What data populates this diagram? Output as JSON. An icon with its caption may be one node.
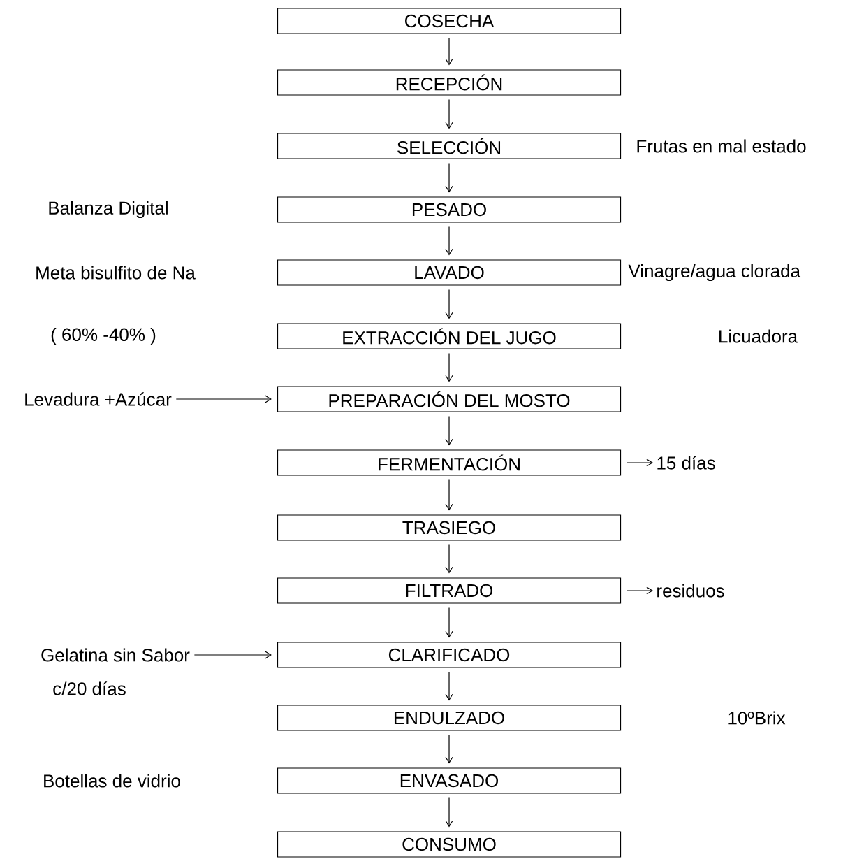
{
  "diagram": {
    "nodes": [
      {
        "text": [
          "COSECHA"
        ]
      },
      {
        "text": [
          "RECEPCIÓN"
        ]
      },
      {
        "text": [
          "SELECCIÓN"
        ],
        "beside": [
          "Frutas en mal estado"
        ]
      },
      {
        "text": [
          "PESADO"
        ]
      },
      {
        "text": [
          "LAVADO"
        ],
        "beside": [
          "Vinagre/agua clorada"
        ]
      },
      {
        "text": [
          "EXTRACCIÓN DEL JUGO"
        ]
      },
      {
        "text": [
          "PREPARACIÓN DEL MOSTO"
        ]
      },
      {
        "text": [
          "FERMENTACIÓN"
        ]
      },
      {
        "text": [
          "TRASIEGO"
        ]
      },
      {
        "text": [
          "FILTRADO"
        ]
      },
      {
        "text": [
          "CLARIFICADO"
        ]
      },
      {
        "text": [
          "ENDULZADO"
        ]
      },
      {
        "text": [
          "ENVASADO"
        ]
      },
      {
        "text": [
          "CONSUMO"
        ]
      },
      {
        "text": [
          "Levadura +Azúcar"
        ]
      },
      {
        "text": [
          "15 días"
        ]
      },
      {
        "text": [
          "residuos"
        ]
      },
      {
        "text": [
          "Gelatina sin Sabor"
        ],
        "beside": [
          "c/20 días"
        ]
      }
    ],
    "edges": [
      {
        "from": 0,
        "to": 1,
        "arrow": "to"
      },
      {
        "from": 1,
        "to": 2,
        "arrow": "to"
      },
      {
        "from": 2,
        "to": 3,
        "arrow": "to"
      },
      {
        "from": 3,
        "to": 4,
        "arrow": "to"
      },
      {
        "from": 4,
        "to": 5,
        "arrow": "to"
      },
      {
        "from": 5,
        "to": 6,
        "arrow": "to"
      },
      {
        "from": 6,
        "to": 7,
        "arrow": "to"
      },
      {
        "from": 7,
        "to": 8,
        "arrow": "to"
      },
      {
        "from": 8,
        "to": 9,
        "arrow": "to"
      },
      {
        "from": 9,
        "to": 10,
        "arrow": "to"
      },
      {
        "from": 10,
        "to": 11,
        "arrow": "to"
      },
      {
        "from": 11,
        "to": 12,
        "arrow": "to"
      },
      {
        "from": 12,
        "to": 13,
        "arrow": "to"
      },
      {
        "from": 14,
        "to": 6,
        "arrow": "to"
      },
      {
        "from": 7,
        "to": 15,
        "arrow": "to"
      },
      {
        "from": 9,
        "to": 16,
        "arrow": "to"
      },
      {
        "from": 17,
        "to": 10,
        "arrow": "to"
      }
    ],
    "labels": [
      "Balanza Digital",
      "Meta bisulfito de Na",
      "( 60% -40% )",
      "Licuadora",
      "10ºBrix",
      "Botellas de vidrio"
    ]
  }
}
